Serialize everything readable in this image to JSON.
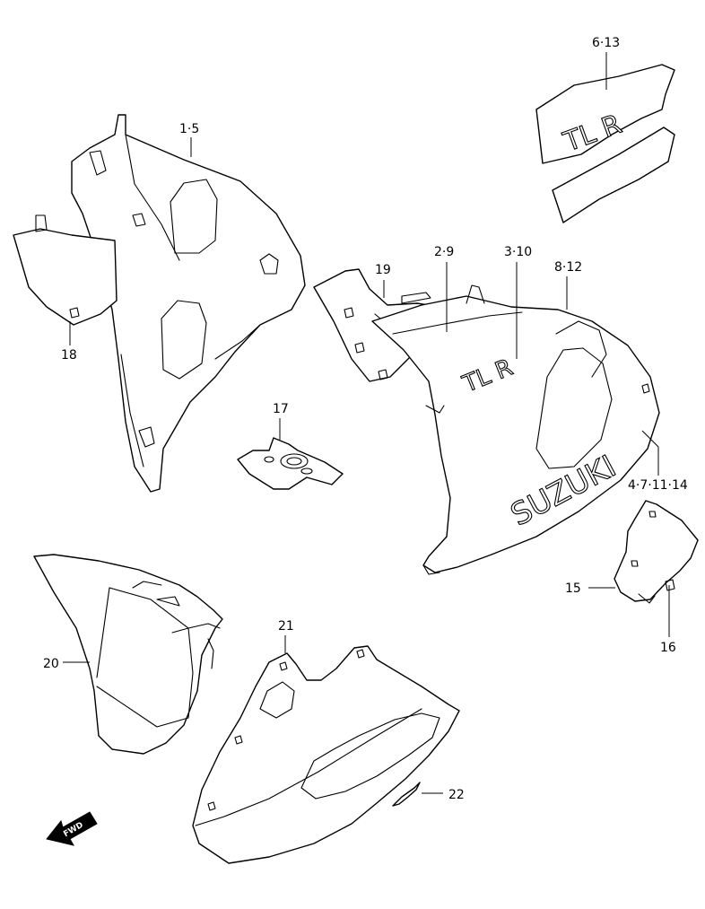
{
  "callouts": {
    "c1_5": "1·5",
    "c6_13": "6·13",
    "c18": "18",
    "c19": "19",
    "c2_9": "2·9",
    "c3_10": "3·10",
    "c8_12": "8·12",
    "c17": "17",
    "c4_7_11_14": "4·7·11·14",
    "c15": "15",
    "c16": "16",
    "c20": "20",
    "c21": "21",
    "c22": "22"
  },
  "markings": {
    "brand": "SUZUKI",
    "model_mark": "TL R",
    "fwd": "FWD"
  },
  "icons": {
    "fwd_arrow": "fwd-arrow-icon"
  },
  "colors": {
    "line": "#000000",
    "background": "#ffffff"
  }
}
